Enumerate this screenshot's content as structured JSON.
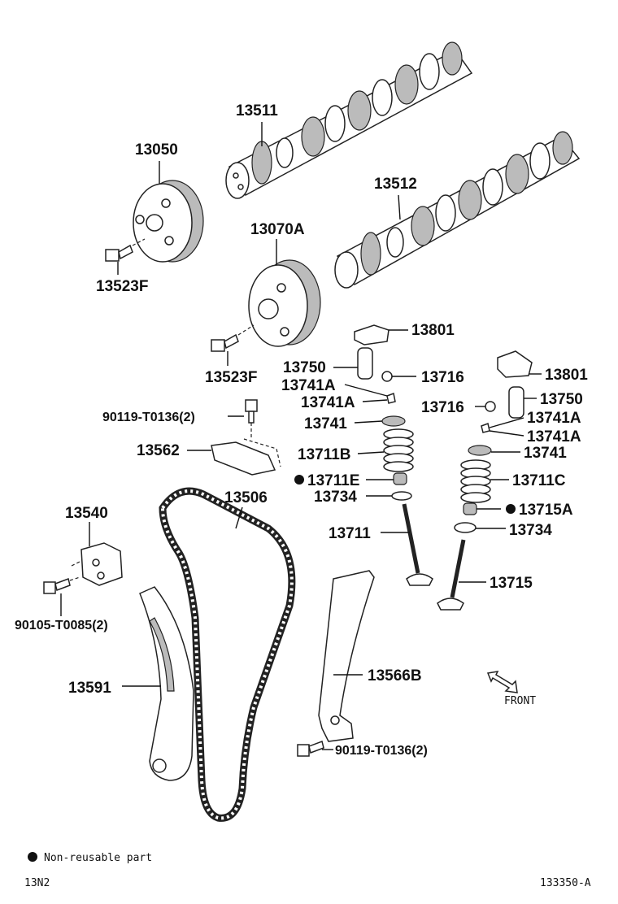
{
  "labels": {
    "p13511": "13511",
    "p13512": "13512",
    "p13050": "13050",
    "p13523F_a": "13523F",
    "p13070A": "13070A",
    "p13523F_b": "13523F",
    "p13801_a": "13801",
    "p13750_a": "13750",
    "p13716_a": "13716",
    "p13741A_a": "13741A",
    "p13741A_b": "13741A",
    "p13741_a": "13741",
    "p13711B": "13711B",
    "p13711E": "13711E",
    "p13734_a": "13734",
    "p13711": "13711",
    "p13801_b": "13801",
    "p13750_b": "13750",
    "p13716_b": "13716",
    "p13741A_c": "13741A",
    "p13741_b": "13741",
    "p13711C": "13711C",
    "p13715A": "13715A",
    "p13734_b": "13734",
    "p13715": "13715",
    "p90119_a": "90119-T0136(2)",
    "p13562": "13562",
    "p13506": "13506",
    "p13540": "13540",
    "p90105": "90105-T0085(2)",
    "p13591": "13591",
    "p13566B": "13566B",
    "p90119_b": "90119-T0136(2)"
  },
  "front_label": "FRONT",
  "legend": {
    "text": "Non-reusable part"
  },
  "footer": {
    "left_code": "13N2",
    "right_code": "133350-A"
  }
}
